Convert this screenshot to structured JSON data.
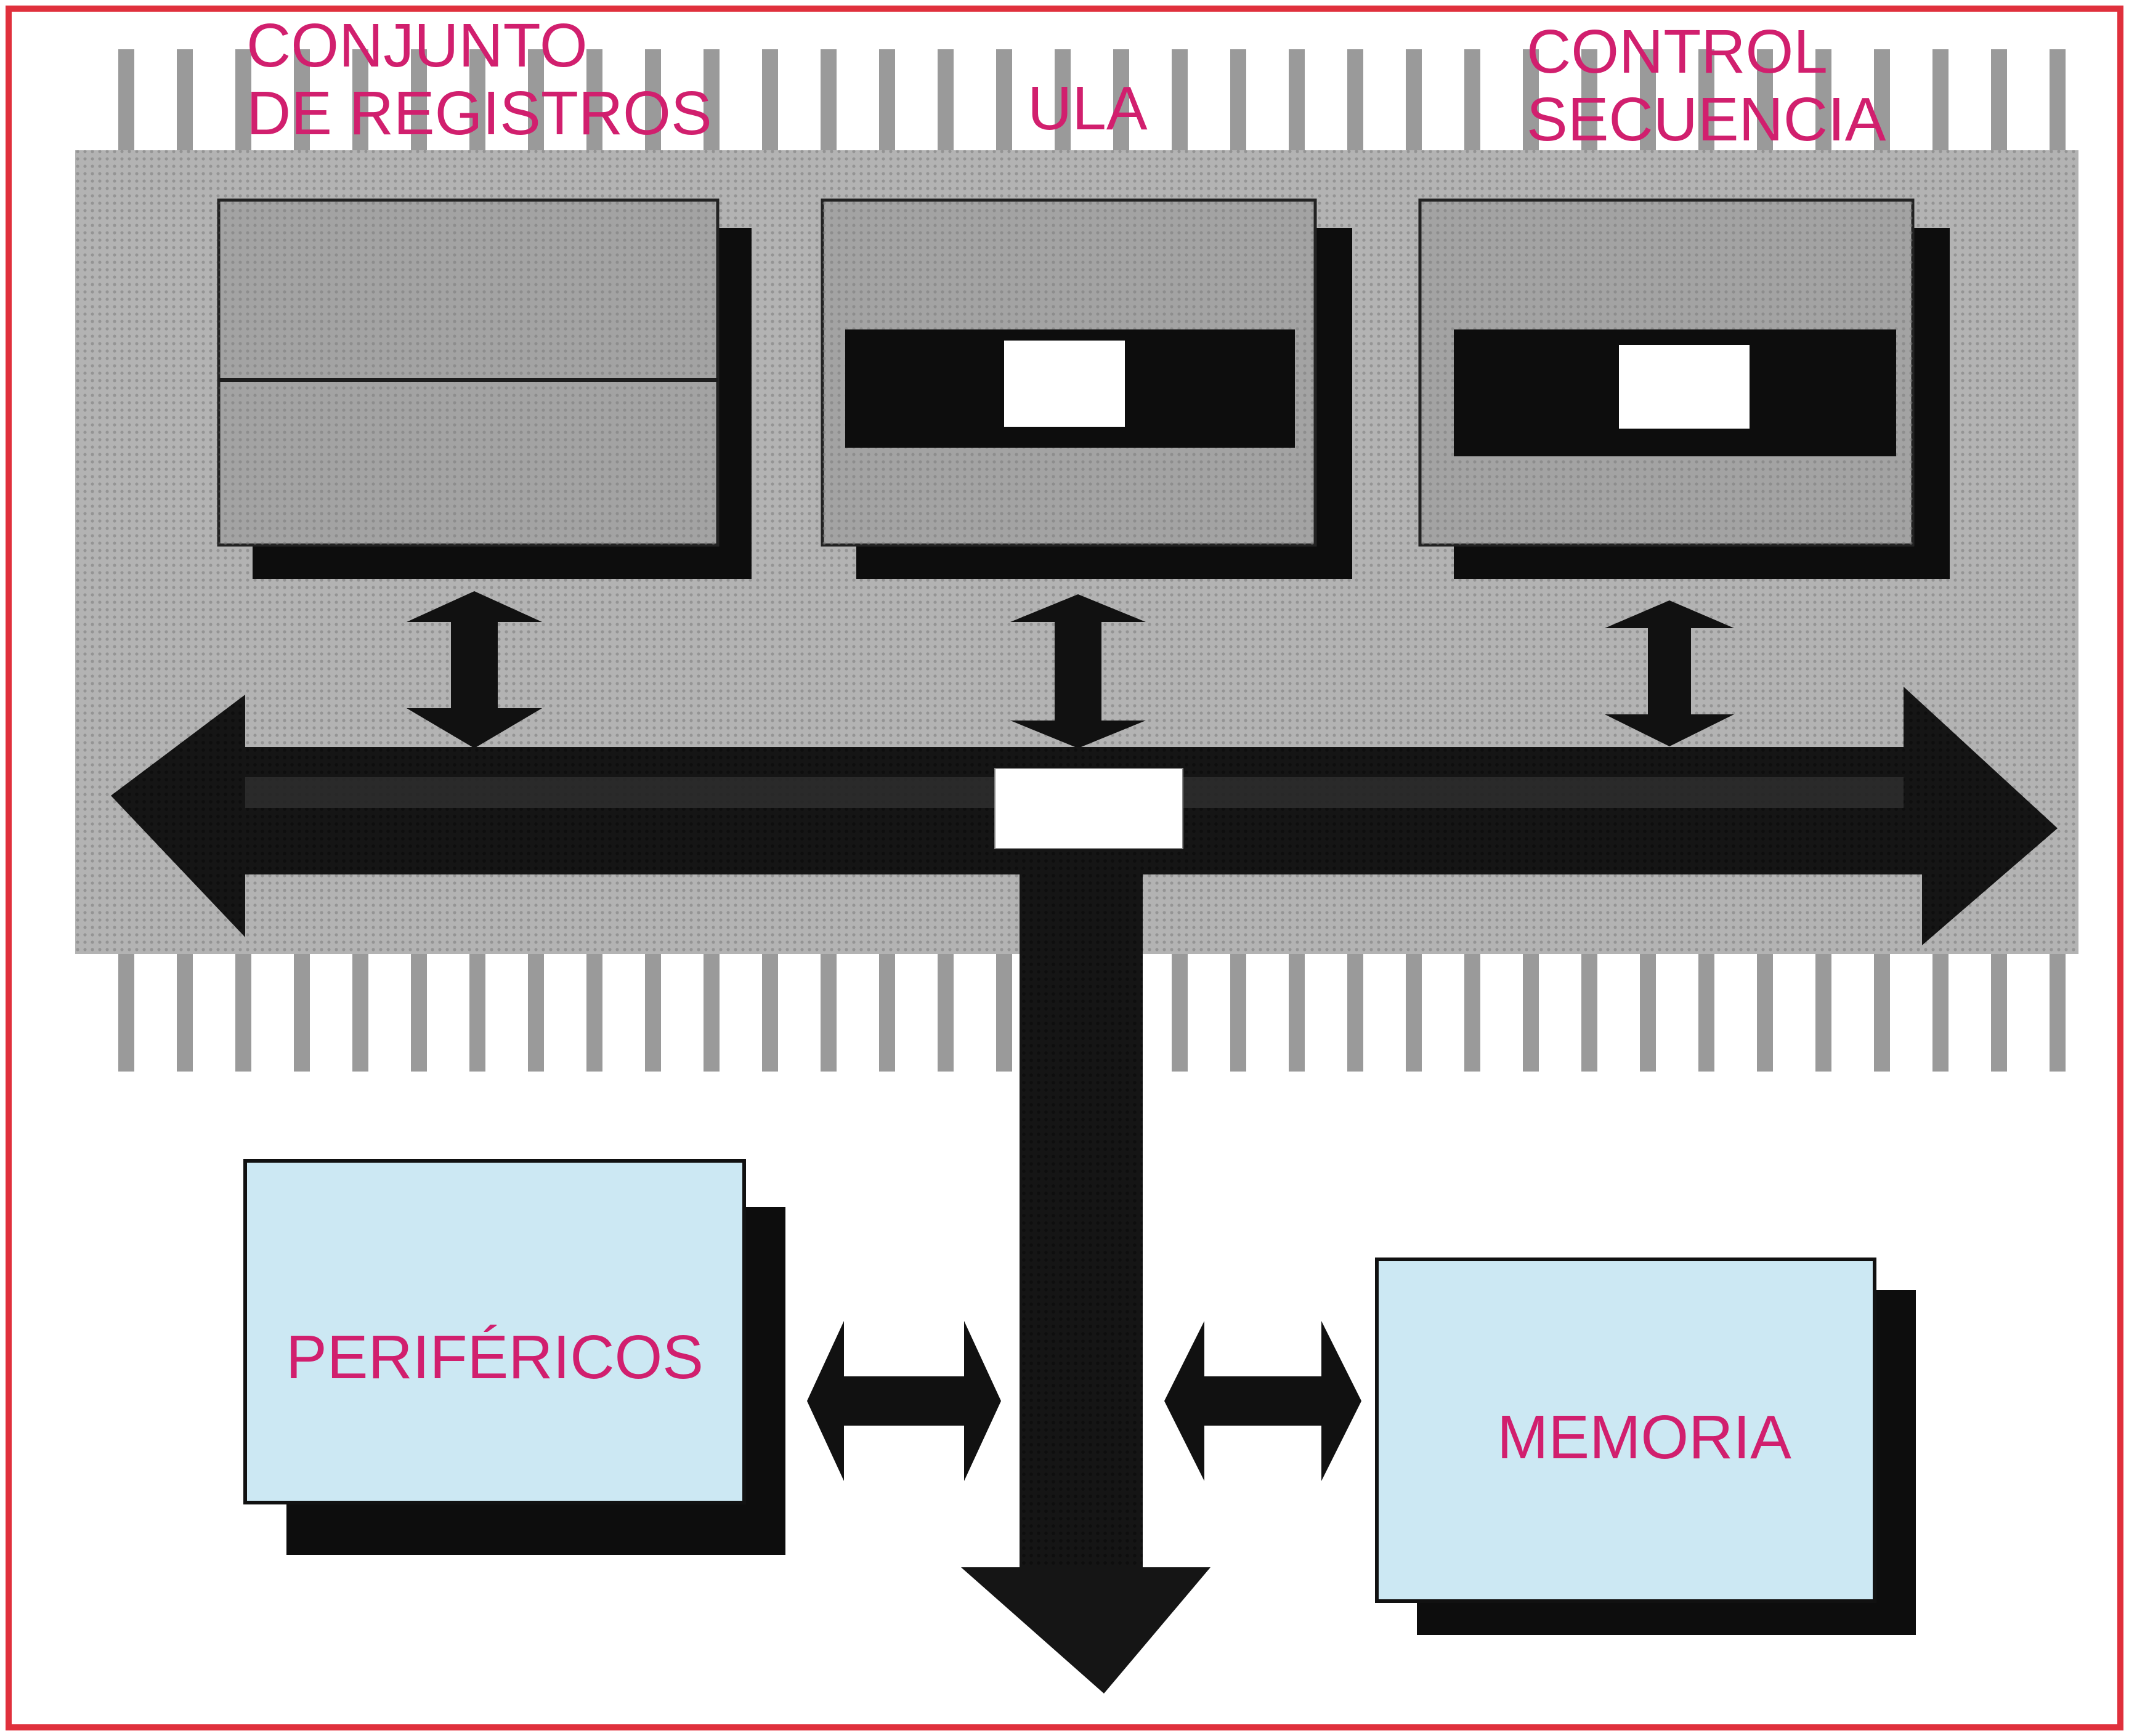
{
  "labels": {
    "registers_line1": "CONJUNTO",
    "registers_line2": "DE REGISTROS",
    "alu": "ULA",
    "control_line1": "CONTROL",
    "control_line2": "SECUENCIA",
    "peripherals": "PERIFÉRICOS",
    "memory": "MEMORIA"
  },
  "colors": {
    "frame": "#e0303c",
    "label": "#d11f6e",
    "chip_fill": "#b3b3b3",
    "chip_pins": "#9a9a9a",
    "unit_fill": "#a3a3a3",
    "shadow": "#0d0d0d",
    "bus_dark": "#151515",
    "bus_grey": "#333333",
    "io_box_fill": "#cce8f3",
    "window_fill": "#ffffff"
  }
}
